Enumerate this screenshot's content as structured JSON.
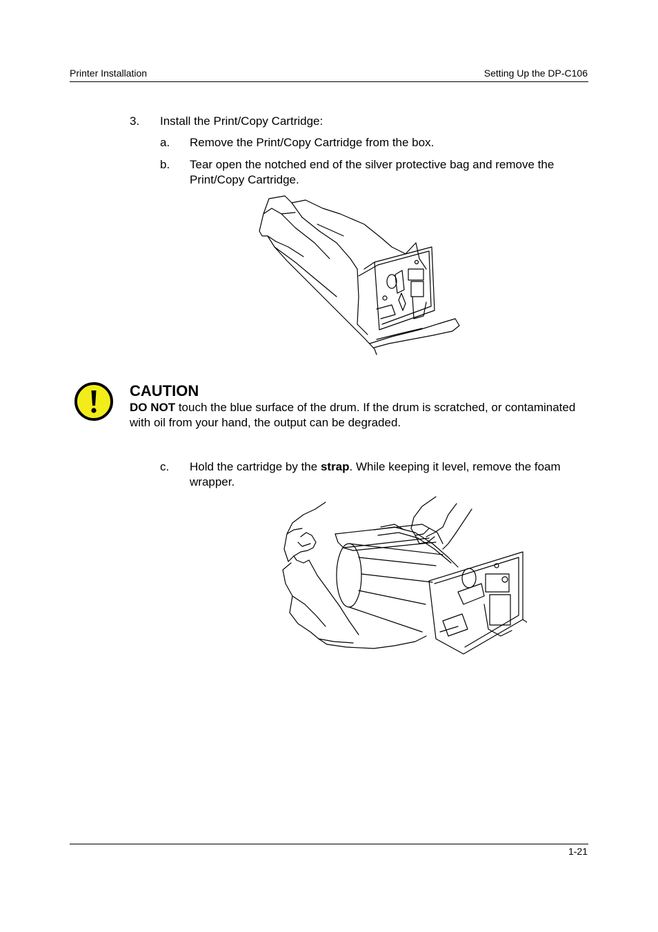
{
  "header": {
    "left": "Printer Installation",
    "right": "Setting Up the DP-C106"
  },
  "step3": {
    "number": "3.",
    "text": "Install the Print/Copy Cartridge:",
    "substeps": [
      {
        "letter": "a.",
        "text": "Remove the Print/Copy Cartridge from the box."
      },
      {
        "letter": "b.",
        "text": "Tear open the notched end of the silver protective bag and remove the Print/Copy Cartridge."
      }
    ]
  },
  "caution": {
    "title": "CAUTION",
    "bold_lead": "DO NOT",
    "text": " touch the blue surface of the drum.  If the drum is scratched, or contaminated with oil from your hand, the output can be degraded.",
    "icon_color": "#f2ec1a"
  },
  "step3c": {
    "letter": "c.",
    "text_before": "Hold the cartridge by the ",
    "bold": "strap",
    "text_after": ".  While keeping it level, remove the foam wrapper."
  },
  "footer": {
    "page": "1-21"
  }
}
